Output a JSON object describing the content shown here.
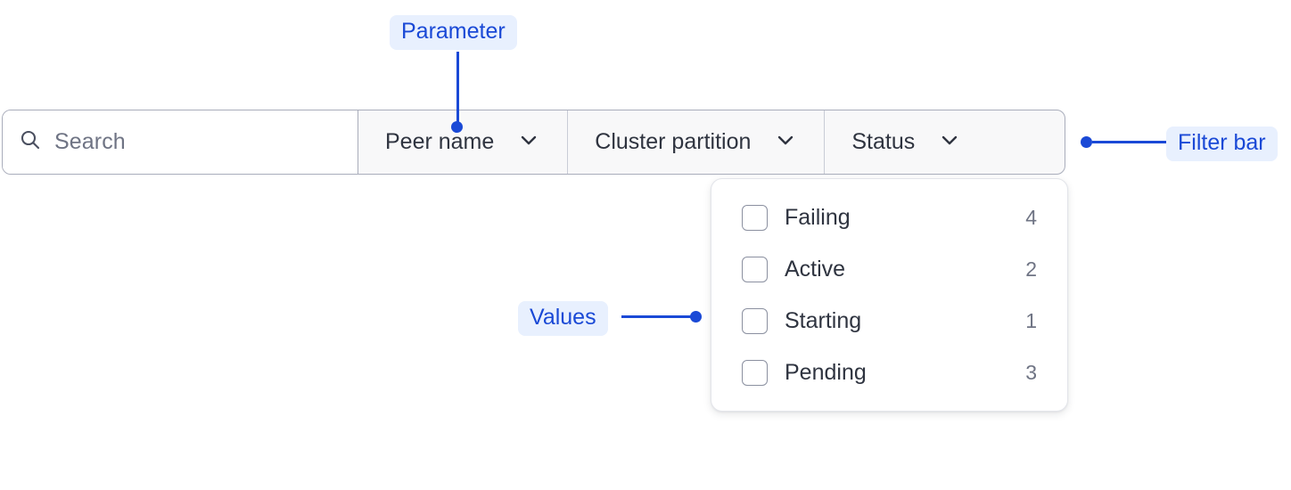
{
  "filter_bar": {
    "name": "Filter bar",
    "search": {
      "icon": "search-icon",
      "placeholder": "Search",
      "value": ""
    },
    "segments": [
      {
        "label": "Peer name",
        "icon": "chevron-down-icon"
      },
      {
        "label": "Cluster partition",
        "icon": "chevron-down-icon"
      },
      {
        "label": "Status",
        "icon": "chevron-down-icon"
      }
    ]
  },
  "dropdown": {
    "owner": "Status",
    "options": [
      {
        "label": "Failing",
        "count": "4",
        "checked": false
      },
      {
        "label": "Active",
        "count": "2",
        "checked": false
      },
      {
        "label": "Starting",
        "count": "1",
        "checked": false
      },
      {
        "label": "Pending",
        "count": "3",
        "checked": false
      }
    ]
  },
  "annotations": [
    {
      "id": "parameter",
      "label": "Parameter"
    },
    {
      "id": "values",
      "label": "Values"
    },
    {
      "id": "filter-bar",
      "label": "Filter bar"
    }
  ],
  "colors": {
    "annotation_text": "#1a49d6",
    "annotation_chip_bg": "#e8f0fe",
    "bar_border": "#a9adbb",
    "segment_bg": "#f8f8f9",
    "text_primary": "#2f3440",
    "text_muted": "#6f7484"
  }
}
